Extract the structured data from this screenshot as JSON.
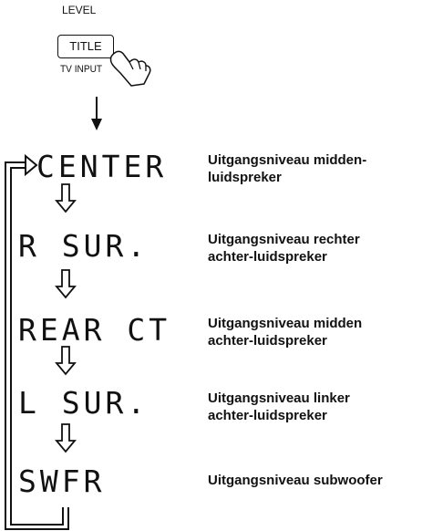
{
  "remote": {
    "level_label": "LEVEL",
    "title_button": "TITLE",
    "tv_input_label": "TV INPUT"
  },
  "steps": [
    {
      "display": "CENTER",
      "line1": "Uitgangsniveau midden-",
      "line2": "luidspreker"
    },
    {
      "display": "R SUR.",
      "line1": "Uitgangsniveau rechter",
      "line2": "achter-luidspreker"
    },
    {
      "display": "REAR CT",
      "line1": "Uitgangsniveau midden",
      "line2": "achter-luidspreker"
    },
    {
      "display": "L SUR.",
      "line1": "Uitgangsniveau linker",
      "line2": "achter-luidspreker"
    },
    {
      "display": "SWFR",
      "line1": "Uitgangsniveau subwoofer",
      "line2": ""
    }
  ]
}
